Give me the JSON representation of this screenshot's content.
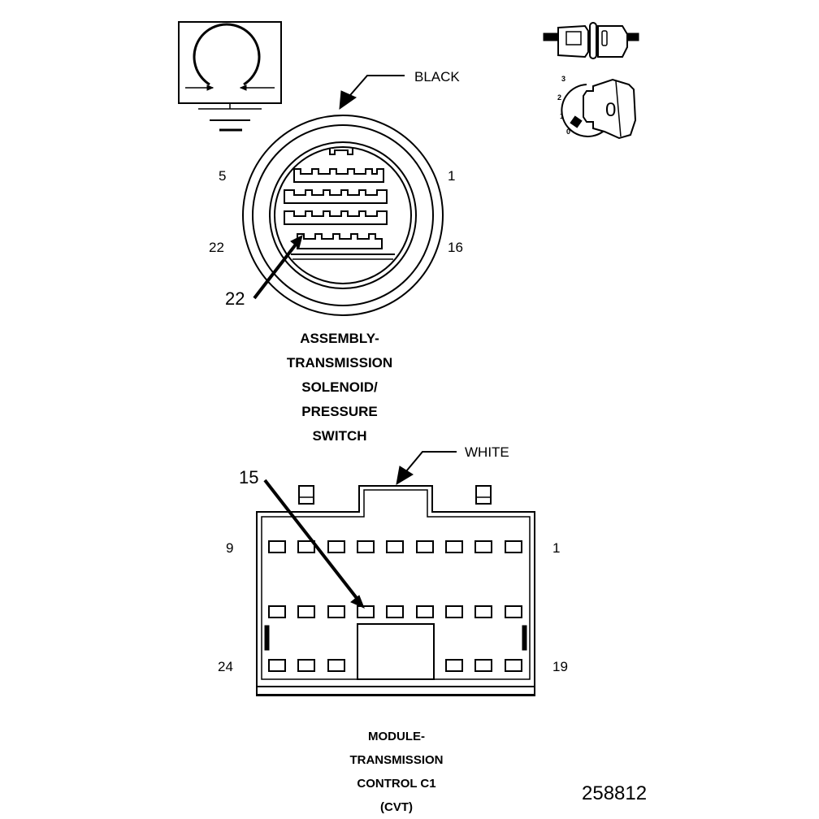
{
  "connector1": {
    "color_label": "BLACK",
    "pin_labels": {
      "top_left": "5",
      "top_right": "1",
      "bottom_left": "22",
      "bottom_right": "16"
    },
    "callout": "22",
    "caption": [
      "ASSEMBLY-",
      "TRANSMISSION",
      "SOLENOID/",
      "PRESSURE",
      "SWITCH"
    ]
  },
  "connector2": {
    "color_label": "WHITE",
    "pin_labels": {
      "top_left": "9",
      "top_right": "1",
      "bottom_left": "24",
      "bottom_right": "19"
    },
    "callout": "15",
    "caption": [
      "MODULE-",
      "TRANSMISSION",
      "CONTROL C1",
      "(CVT)"
    ]
  },
  "ignition": {
    "positions": [
      "3",
      "2",
      "1",
      "0"
    ],
    "key_label": "0"
  },
  "figure_id": "258812"
}
